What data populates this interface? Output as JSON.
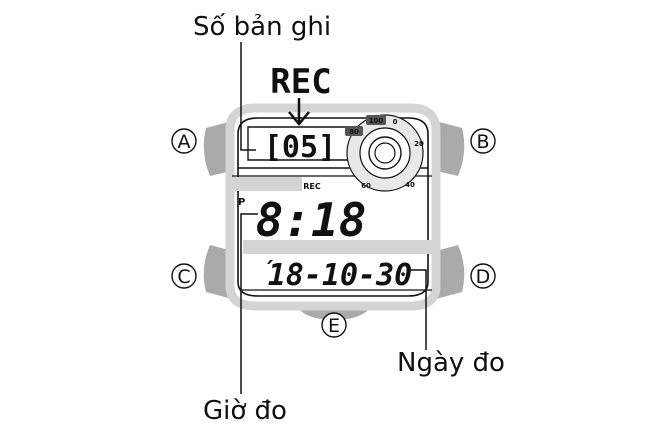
{
  "callouts": {
    "record_number": "Số bản ghi",
    "measure_time": "Giờ đo",
    "measure_date": "Ngày đo"
  },
  "display": {
    "rec_big": "REC",
    "record_value": "[05]",
    "rec_small": "REC",
    "p_indicator": "P",
    "time": "8:18",
    "date_apostrophe": "´",
    "date": "18-10-30"
  },
  "buttons": {
    "a": "A",
    "b": "B",
    "c": "C",
    "d": "D",
    "e": "E"
  },
  "dial": {
    "labels": [
      "80",
      "100",
      "0",
      "20",
      "40",
      "60"
    ]
  },
  "colors": {
    "button_gray": "#aaaaaa",
    "bezel_gray": "#d4d4d4",
    "line": "#111111"
  }
}
